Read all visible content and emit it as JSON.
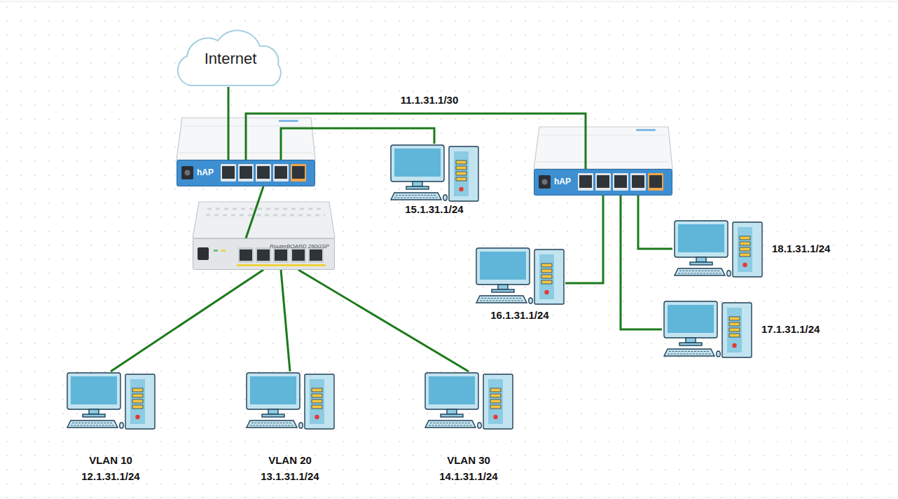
{
  "diagram": {
    "nodes": [
      {
        "text": [
          "Internet"
        ]
      },
      {
        "text": [
          "hAP"
        ]
      },
      {
        "text": [
          "hAP"
        ]
      },
      {
        "text": [
          "15.1.31.1/24"
        ]
      },
      {
        "text": [
          "RouterBOARD 260GSP"
        ]
      },
      {
        "text": [
          "18.1.31.1/24"
        ]
      },
      {
        "text": [
          "16.1.31.1/24"
        ]
      },
      {
        "text": [
          "17.1.31.1/24"
        ]
      },
      {
        "text": [
          "VLAN 10",
          "12.1.31.1/24"
        ]
      },
      {
        "text": [
          "VLAN 20",
          "13.1.31.1/24"
        ]
      },
      {
        "text": [
          "VLAN 30",
          "14.1.31.1/24"
        ]
      }
    ],
    "edges": [
      {
        "from": 0,
        "to": 1,
        "arrow": "none"
      },
      {
        "from": 1,
        "to": 2,
        "label": "11.1.31.1/30",
        "arrow": "none"
      },
      {
        "from": 1,
        "to": 3,
        "arrow": "none"
      },
      {
        "from": 1,
        "to": 4,
        "arrow": "none"
      },
      {
        "from": 4,
        "to": 8,
        "arrow": "none"
      },
      {
        "from": 4,
        "to": 9,
        "arrow": "none"
      },
      {
        "from": 4,
        "to": 10,
        "arrow": "none"
      },
      {
        "from": 2,
        "to": 6,
        "arrow": "none"
      },
      {
        "from": 2,
        "to": 7,
        "arrow": "none"
      },
      {
        "from": 2,
        "to": 5,
        "arrow": "none"
      }
    ]
  }
}
